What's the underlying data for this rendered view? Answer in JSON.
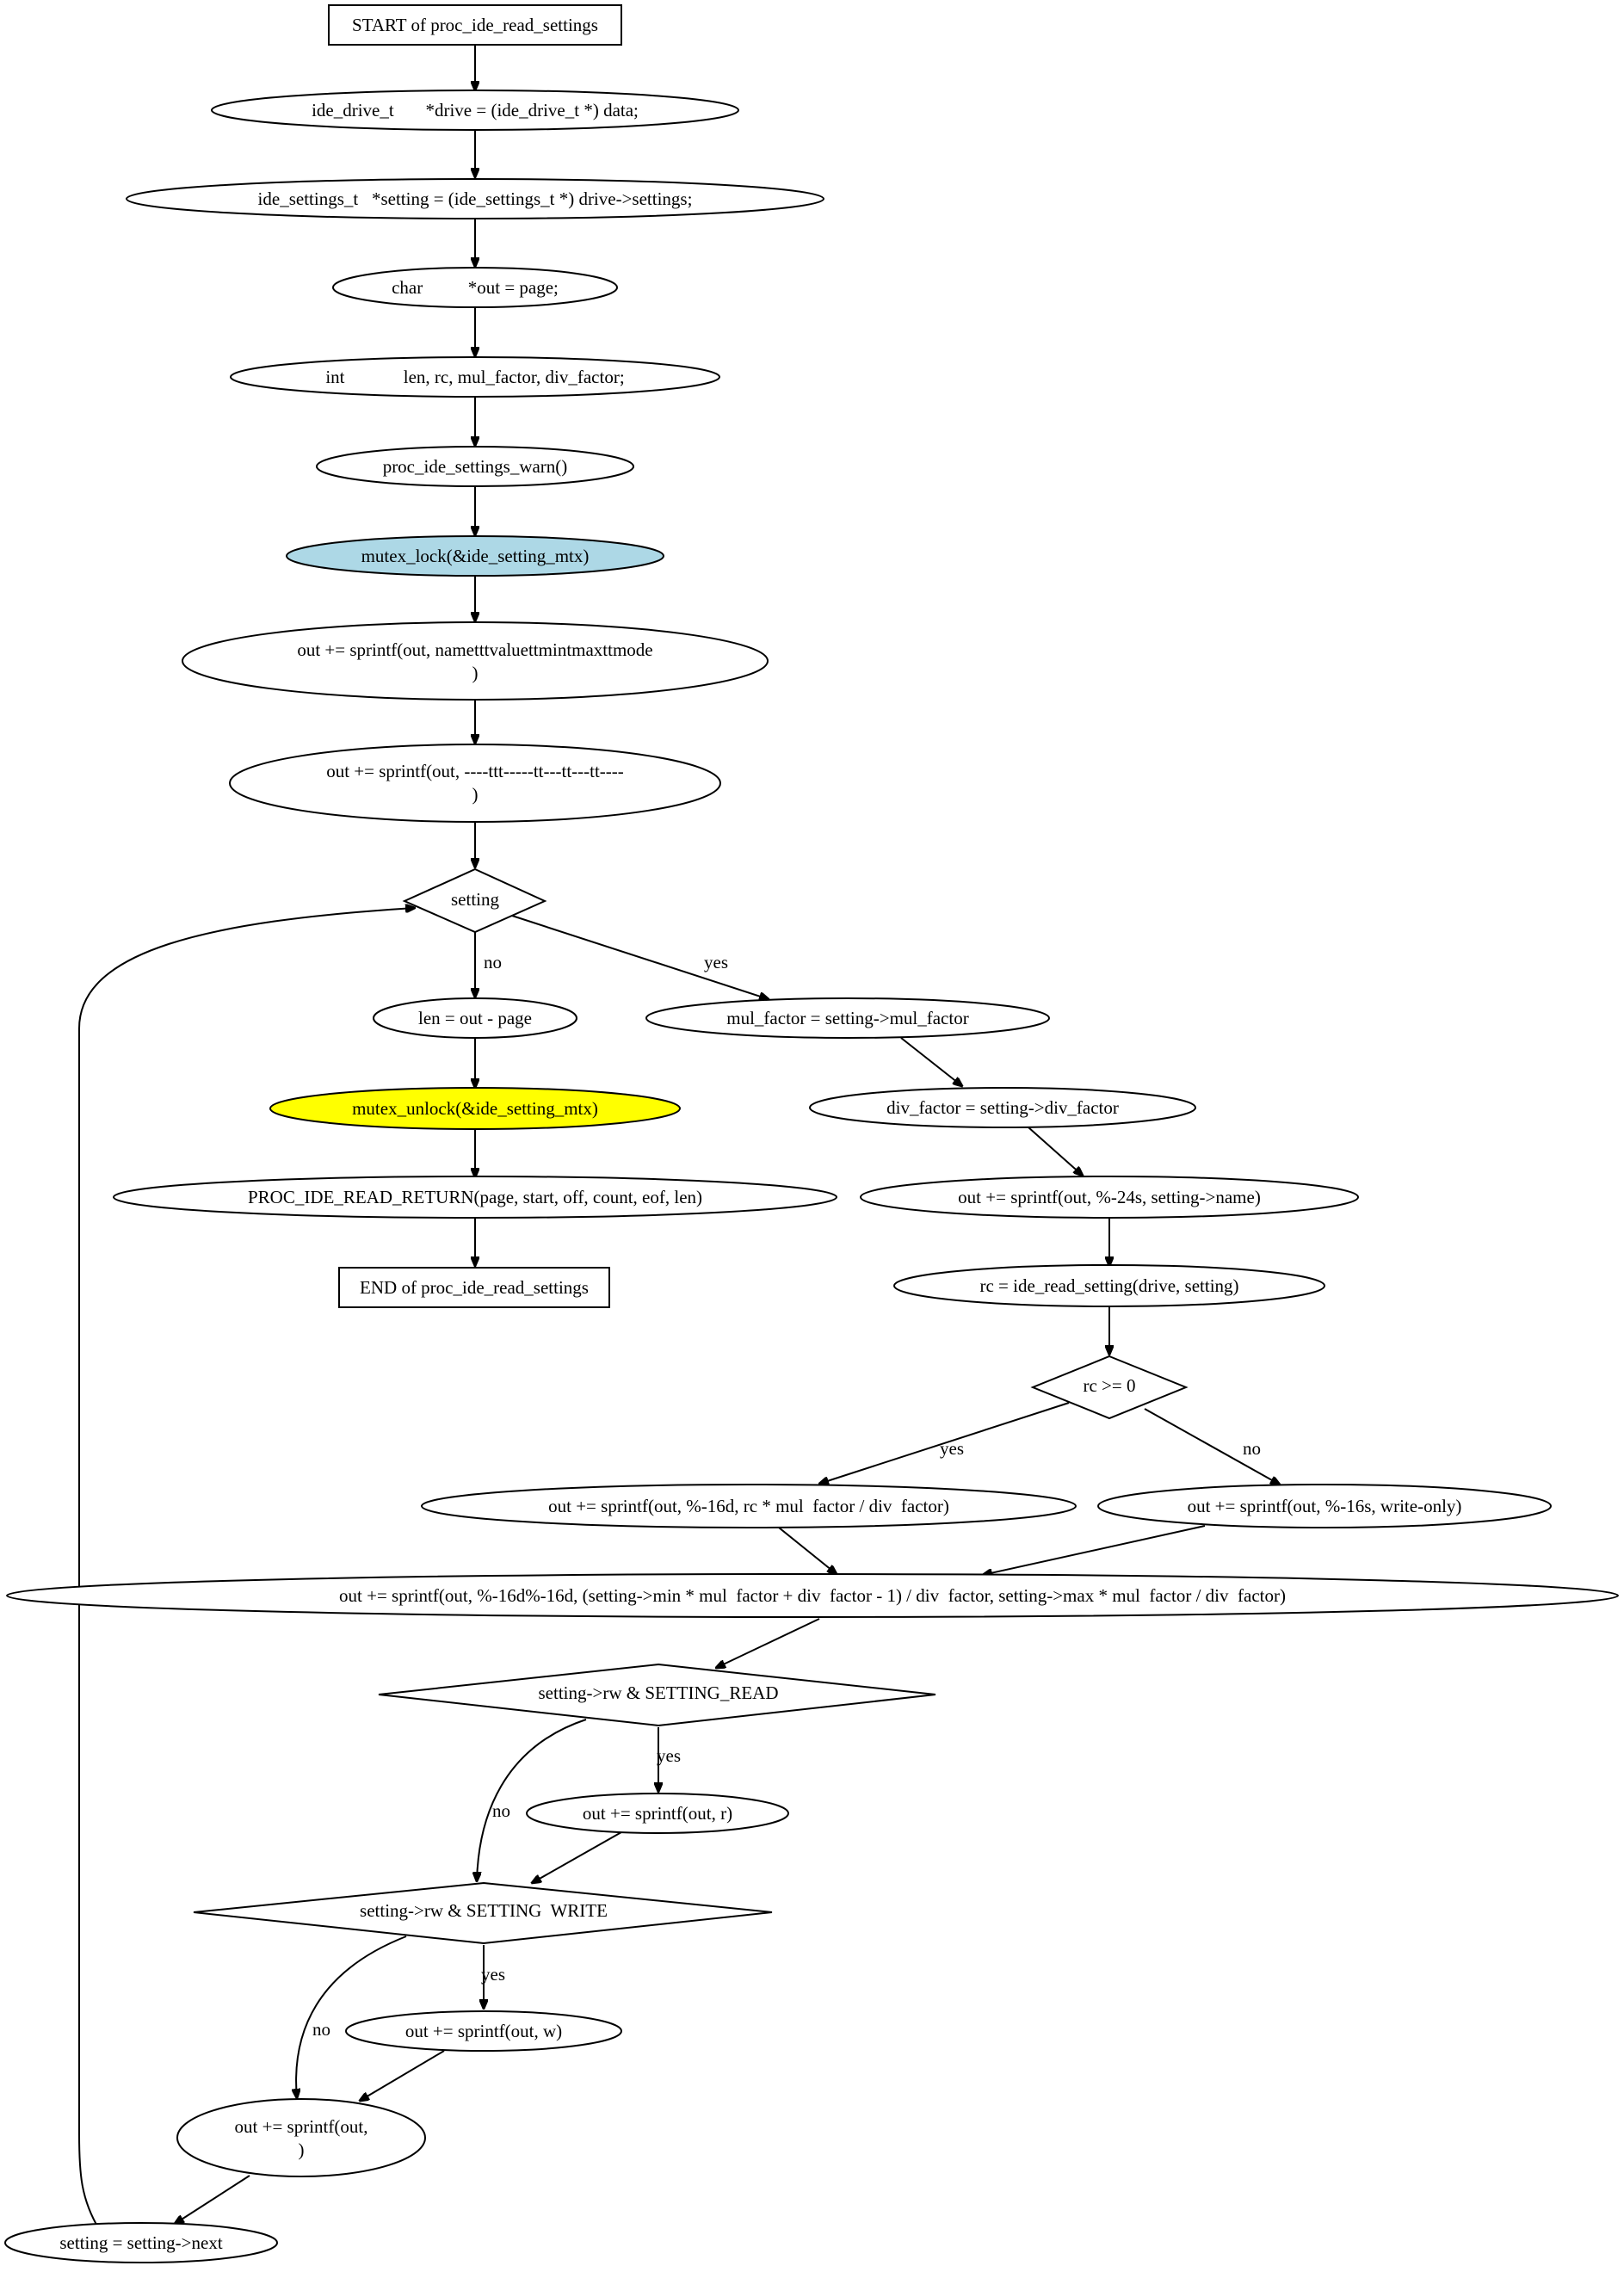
{
  "flowchart": {
    "colors": {
      "lock_fill": "#add8e6",
      "unlock_fill": "#ffff00",
      "stroke": "#000000",
      "background": "#ffffff"
    },
    "nodes": {
      "start": "START of proc_ide_read_settings",
      "drive_decl": "ide_drive_t       *drive = (ide_drive_t *) data;",
      "setting_decl": "ide_settings_t   *setting = (ide_settings_t *) drive->settings;",
      "out_decl": "char          *out = page;",
      "int_decl": "int             len, rc, mul_factor, div_factor;",
      "warn_call": "proc_ide_settings_warn()",
      "mutex_lock": "mutex_lock(&ide_setting_mtx)",
      "sprintf_header_1": "out += sprintf(out, nametttvaluettmintmaxttmode",
      "sprintf_header_2": ")",
      "sprintf_dashes_1": "out += sprintf(out, ----ttt-----tt---tt---tt----",
      "sprintf_dashes_2": ")",
      "setting_cond": "setting",
      "len_assign": "len = out - page",
      "mutex_unlock": "mutex_unlock(&ide_setting_mtx)",
      "return_macro": "PROC_IDE_READ_RETURN(page, start, off, count, eof, len)",
      "end": "END of proc_ide_read_settings",
      "mul_assign": "mul_factor = setting->mul_factor",
      "div_assign": "div_factor = setting->div_factor",
      "sprintf_name": "out += sprintf(out, %-24s, setting->name)",
      "rc_assign": "rc = ide_read_setting(drive, setting)",
      "rc_cond": "rc >= 0",
      "sprintf_value": "out += sprintf(out, %-16d, rc * mul  factor / div  factor)",
      "sprintf_writeonly": "out += sprintf(out, %-16s, write-only)",
      "sprintf_minmax": "out += sprintf(out, %-16d%-16d, (setting->min * mul  factor + div  factor - 1) / div  factor, setting->max * mul  factor / div  factor)",
      "read_cond": "setting->rw & SETTING_READ",
      "sprintf_r": "out += sprintf(out, r)",
      "write_cond": "setting->rw & SETTING  WRITE",
      "sprintf_w": "out += sprintf(out, w)",
      "sprintf_nl_1": "out += sprintf(out,",
      "sprintf_nl_2": ")",
      "next_assign": "setting = setting->next"
    },
    "edge_labels": {
      "setting_no": "no",
      "setting_yes": "yes",
      "rc_yes": "yes",
      "rc_no": "no",
      "read_yes": "yes",
      "read_no": "no",
      "write_yes": "yes",
      "write_no": "no"
    }
  }
}
